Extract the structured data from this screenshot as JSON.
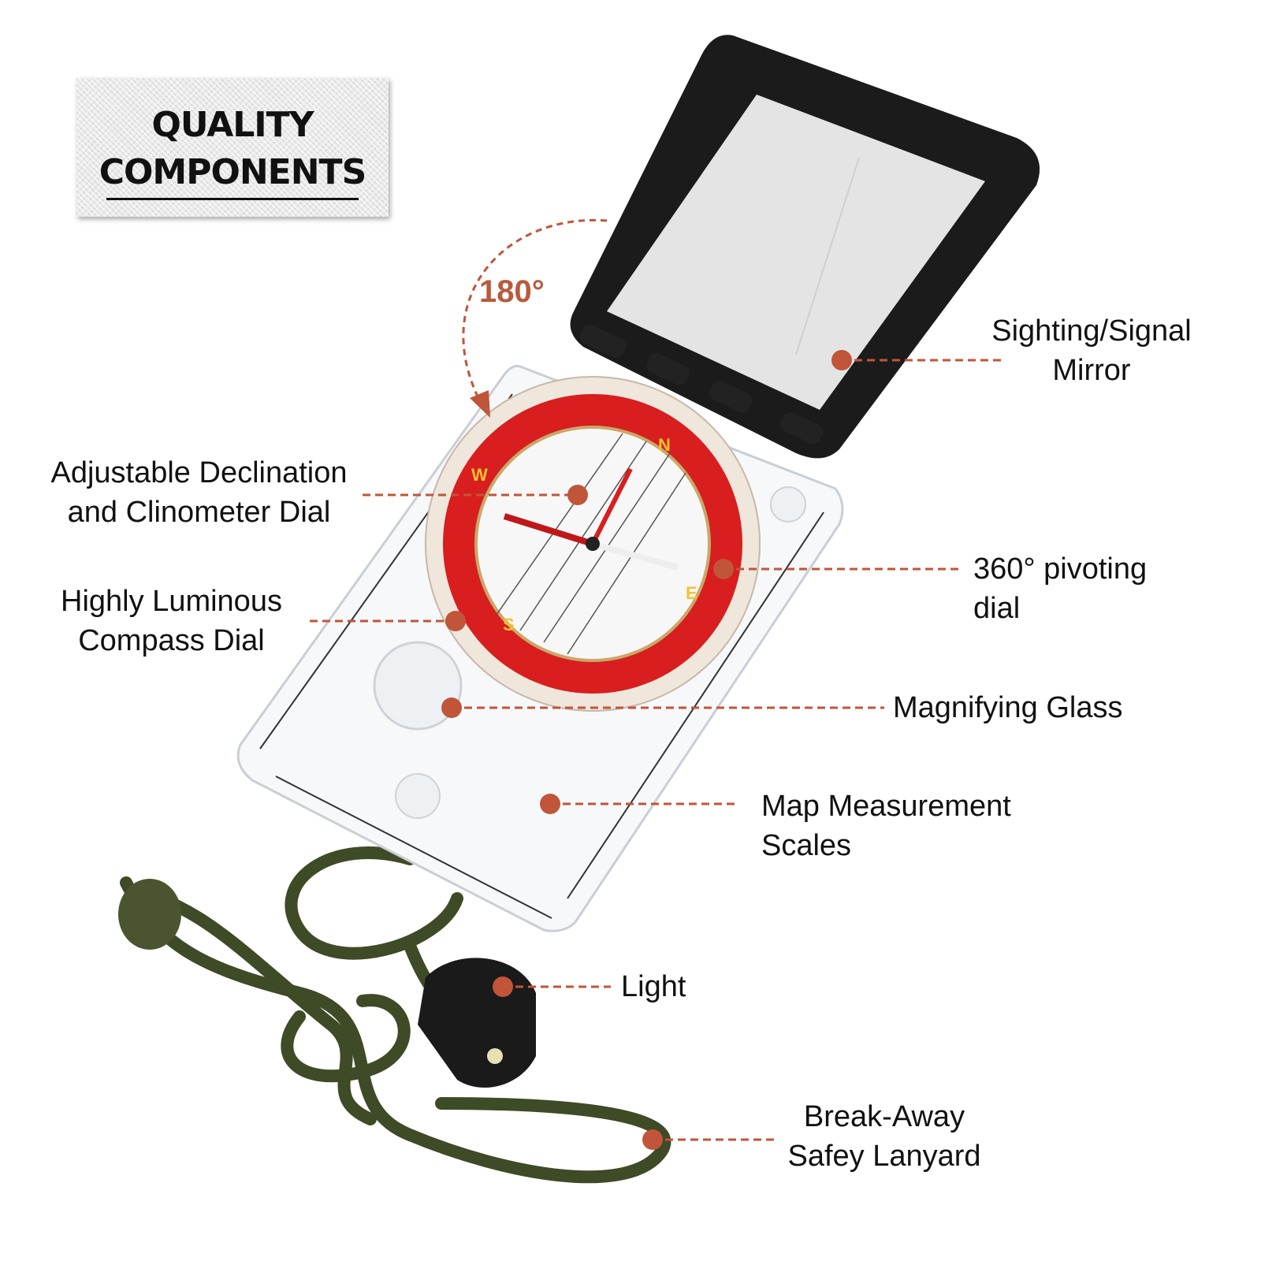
{
  "badge": {
    "line1": "QUALITY",
    "line2": "COMPONENTS"
  },
  "rotation_label": "180°",
  "accent_color": "#c0553a",
  "callouts": [
    {
      "id": "mirror",
      "lines": [
        "Sighting/Signal",
        "Mirror"
      ]
    },
    {
      "id": "declination",
      "lines": [
        "Adjustable Declination",
        "and Clinometer Dial"
      ]
    },
    {
      "id": "luminous",
      "lines": [
        "Highly Luminous",
        "Compass Dial"
      ]
    },
    {
      "id": "pivot",
      "lines": [
        "360° pivoting",
        "dial"
      ]
    },
    {
      "id": "magnifier",
      "lines": [
        "Magnifying Glass"
      ]
    },
    {
      "id": "scales",
      "lines": [
        "Map Measurement",
        "Scales"
      ]
    },
    {
      "id": "light",
      "lines": [
        "Light"
      ]
    },
    {
      "id": "lanyard",
      "lines": [
        "Break-Away",
        "Safey Lanyard"
      ]
    }
  ],
  "compass_marks": {
    "n": "N",
    "e": "E",
    "s": "S",
    "w": "W"
  }
}
